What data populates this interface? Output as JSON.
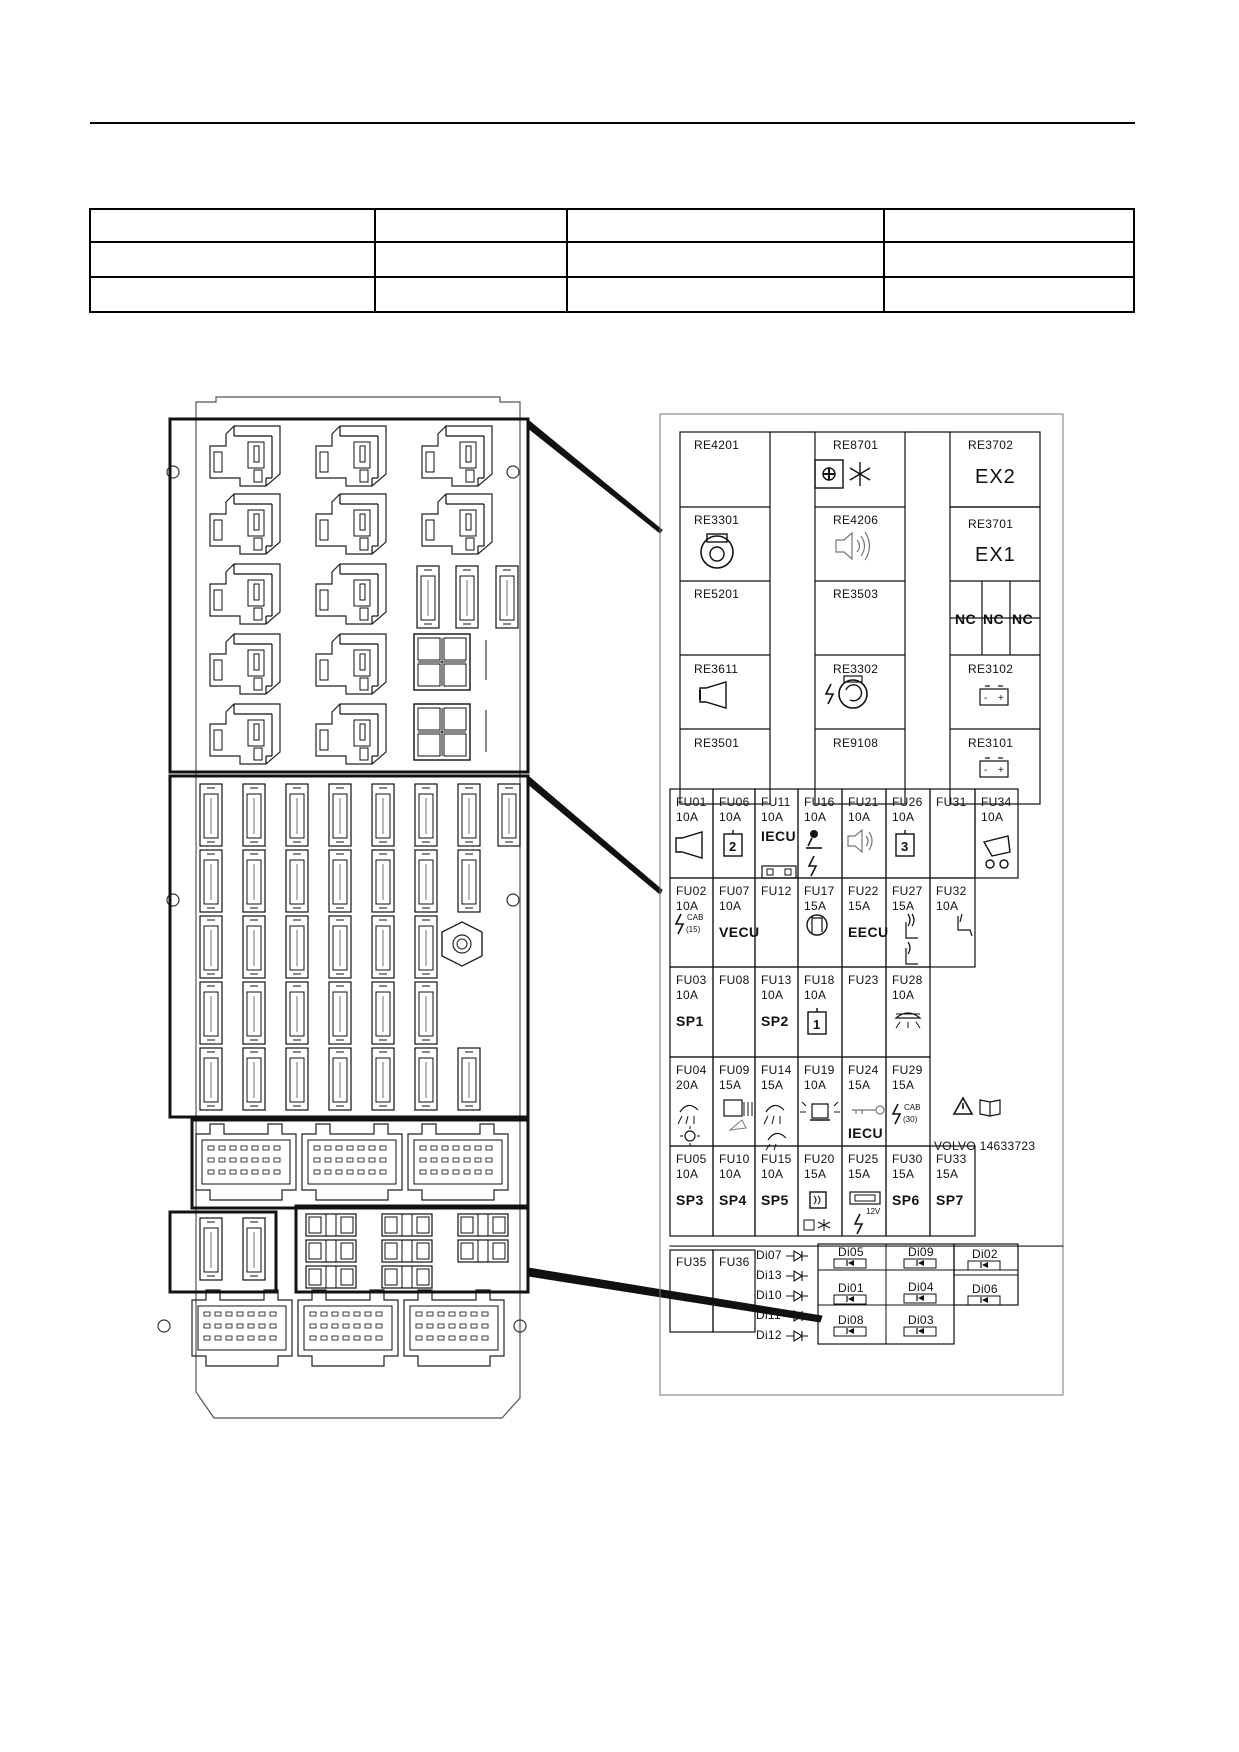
{
  "relays": [
    {
      "id": "RE4201"
    },
    {
      "id": "RE8701"
    },
    {
      "id": "RE3702",
      "text": "EX2"
    },
    {
      "id": "RE3301"
    },
    {
      "id": "RE4206"
    },
    {
      "id": "RE3701",
      "text": "EX1"
    },
    {
      "id": "RE5201"
    },
    {
      "id": "RE3503"
    },
    {
      "id": "RE3611"
    },
    {
      "id": "RE3302"
    },
    {
      "id": "RE3102"
    },
    {
      "id": "RE3501"
    },
    {
      "id": "RE9108"
    },
    {
      "id": "RE3101"
    }
  ],
  "nc_labels": [
    "NC",
    "NC",
    "NC"
  ],
  "fuses": [
    {
      "id": "FU01",
      "amp": "10A",
      "icon": "horn-icon"
    },
    {
      "id": "FU06",
      "amp": "10A",
      "icon": "box-2-icon"
    },
    {
      "id": "FU11",
      "amp": "10A",
      "text": "IECU",
      "icon": "radio-icon"
    },
    {
      "id": "FU16",
      "amp": "10A",
      "icon": "lighter-24v-icon"
    },
    {
      "id": "FU21",
      "amp": "10A",
      "icon": "speaker-icon"
    },
    {
      "id": "FU26",
      "amp": "10A",
      "icon": "box-3-icon"
    },
    {
      "id": "FU31",
      "amp": ""
    },
    {
      "id": "FU34",
      "amp": "10A",
      "icon": "wiper-icon"
    },
    {
      "id": "FU02",
      "amp": "10A",
      "icon": "cab-15-icon"
    },
    {
      "id": "FU07",
      "amp": "10A",
      "text": "VECU"
    },
    {
      "id": "FU12",
      "amp": ""
    },
    {
      "id": "FU17",
      "amp": "15A",
      "icon": "globe-icon"
    },
    {
      "id": "FU22",
      "amp": "15A",
      "text": "EECU"
    },
    {
      "id": "FU27",
      "amp": "15A",
      "icon": "seat-heat-icon"
    },
    {
      "id": "FU32",
      "amp": "10A",
      "icon": "seat-icon"
    },
    {
      "id": "FU03",
      "amp": "10A",
      "text": "SP1"
    },
    {
      "id": "FU08",
      "amp": ""
    },
    {
      "id": "FU13",
      "amp": "10A",
      "text": "SP2"
    },
    {
      "id": "FU18",
      "amp": "10A",
      "icon": "box-1-icon"
    },
    {
      "id": "FU23",
      "amp": ""
    },
    {
      "id": "FU28",
      "amp": "10A",
      "icon": "cab-light-icon"
    },
    {
      "id": "FU04",
      "amp": "20A",
      "icon": "work-light-icon"
    },
    {
      "id": "FU09",
      "amp": "15A",
      "icon": "heater-icon"
    },
    {
      "id": "FU14",
      "amp": "15A",
      "icon": "headlamp-icon"
    },
    {
      "id": "FU19",
      "amp": "10A",
      "icon": "beacon-icon"
    },
    {
      "id": "FU24",
      "amp": "15A",
      "text": "IECU",
      "icon": "key-icon"
    },
    {
      "id": "FU29",
      "amp": "15A",
      "icon": "cab-30-icon"
    },
    {
      "id": "FU05",
      "amp": "10A",
      "text": "SP3"
    },
    {
      "id": "FU10",
      "amp": "10A",
      "text": "SP4"
    },
    {
      "id": "FU15",
      "amp": "10A",
      "text": "SP5"
    },
    {
      "id": "FU20",
      "amp": "15A",
      "icon": "defrost-icon"
    },
    {
      "id": "FU25",
      "amp": "15A",
      "icon": "socket-12v-icon"
    },
    {
      "id": "FU30",
      "amp": "15A",
      "text": "SP6"
    },
    {
      "id": "FU33",
      "amp": "15A",
      "text": "SP7"
    },
    {
      "id": "FU35",
      "amp": ""
    },
    {
      "id": "FU36",
      "amp": ""
    }
  ],
  "diodes_left": [
    "Di07",
    "Di13",
    "Di10",
    "Di11",
    "Di12"
  ],
  "diodes_grid": [
    "Di05",
    "Di09",
    "Di02",
    "Di01",
    "Di04",
    "Di06",
    "Di08",
    "Di03"
  ],
  "volvo_label": "VOLVO  14633723",
  "warning_icons": [
    "warning-triangle-icon",
    "manual-book-icon"
  ]
}
